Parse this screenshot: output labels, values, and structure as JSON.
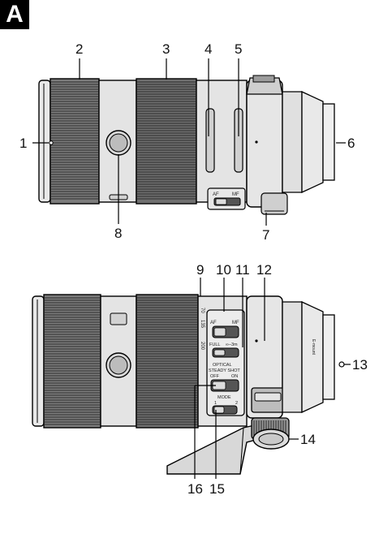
{
  "figure": {
    "label": "A",
    "callouts": [
      "1",
      "2",
      "3",
      "4",
      "5",
      "6",
      "7",
      "8",
      "9",
      "10",
      "11",
      "12",
      "13",
      "14",
      "15",
      "16"
    ]
  },
  "markings": {
    "top_switch_af": "AF",
    "top_switch_mf": "MF",
    "switch_af": "AF",
    "switch_mf": "MF",
    "focus_range_full": "FULL",
    "focus_range_3m": "∞–3m",
    "ss_line1": "OPTICAL",
    "ss_line2": "STEADY SHOT",
    "ss_off": "OFF",
    "ss_on": "ON",
    "mode_label": "MODE",
    "mode_1": "1",
    "mode_2": "2",
    "mount_label": "E-mount",
    "zoom_70": "70",
    "zoom_135": "135",
    "zoom_200": "200"
  }
}
